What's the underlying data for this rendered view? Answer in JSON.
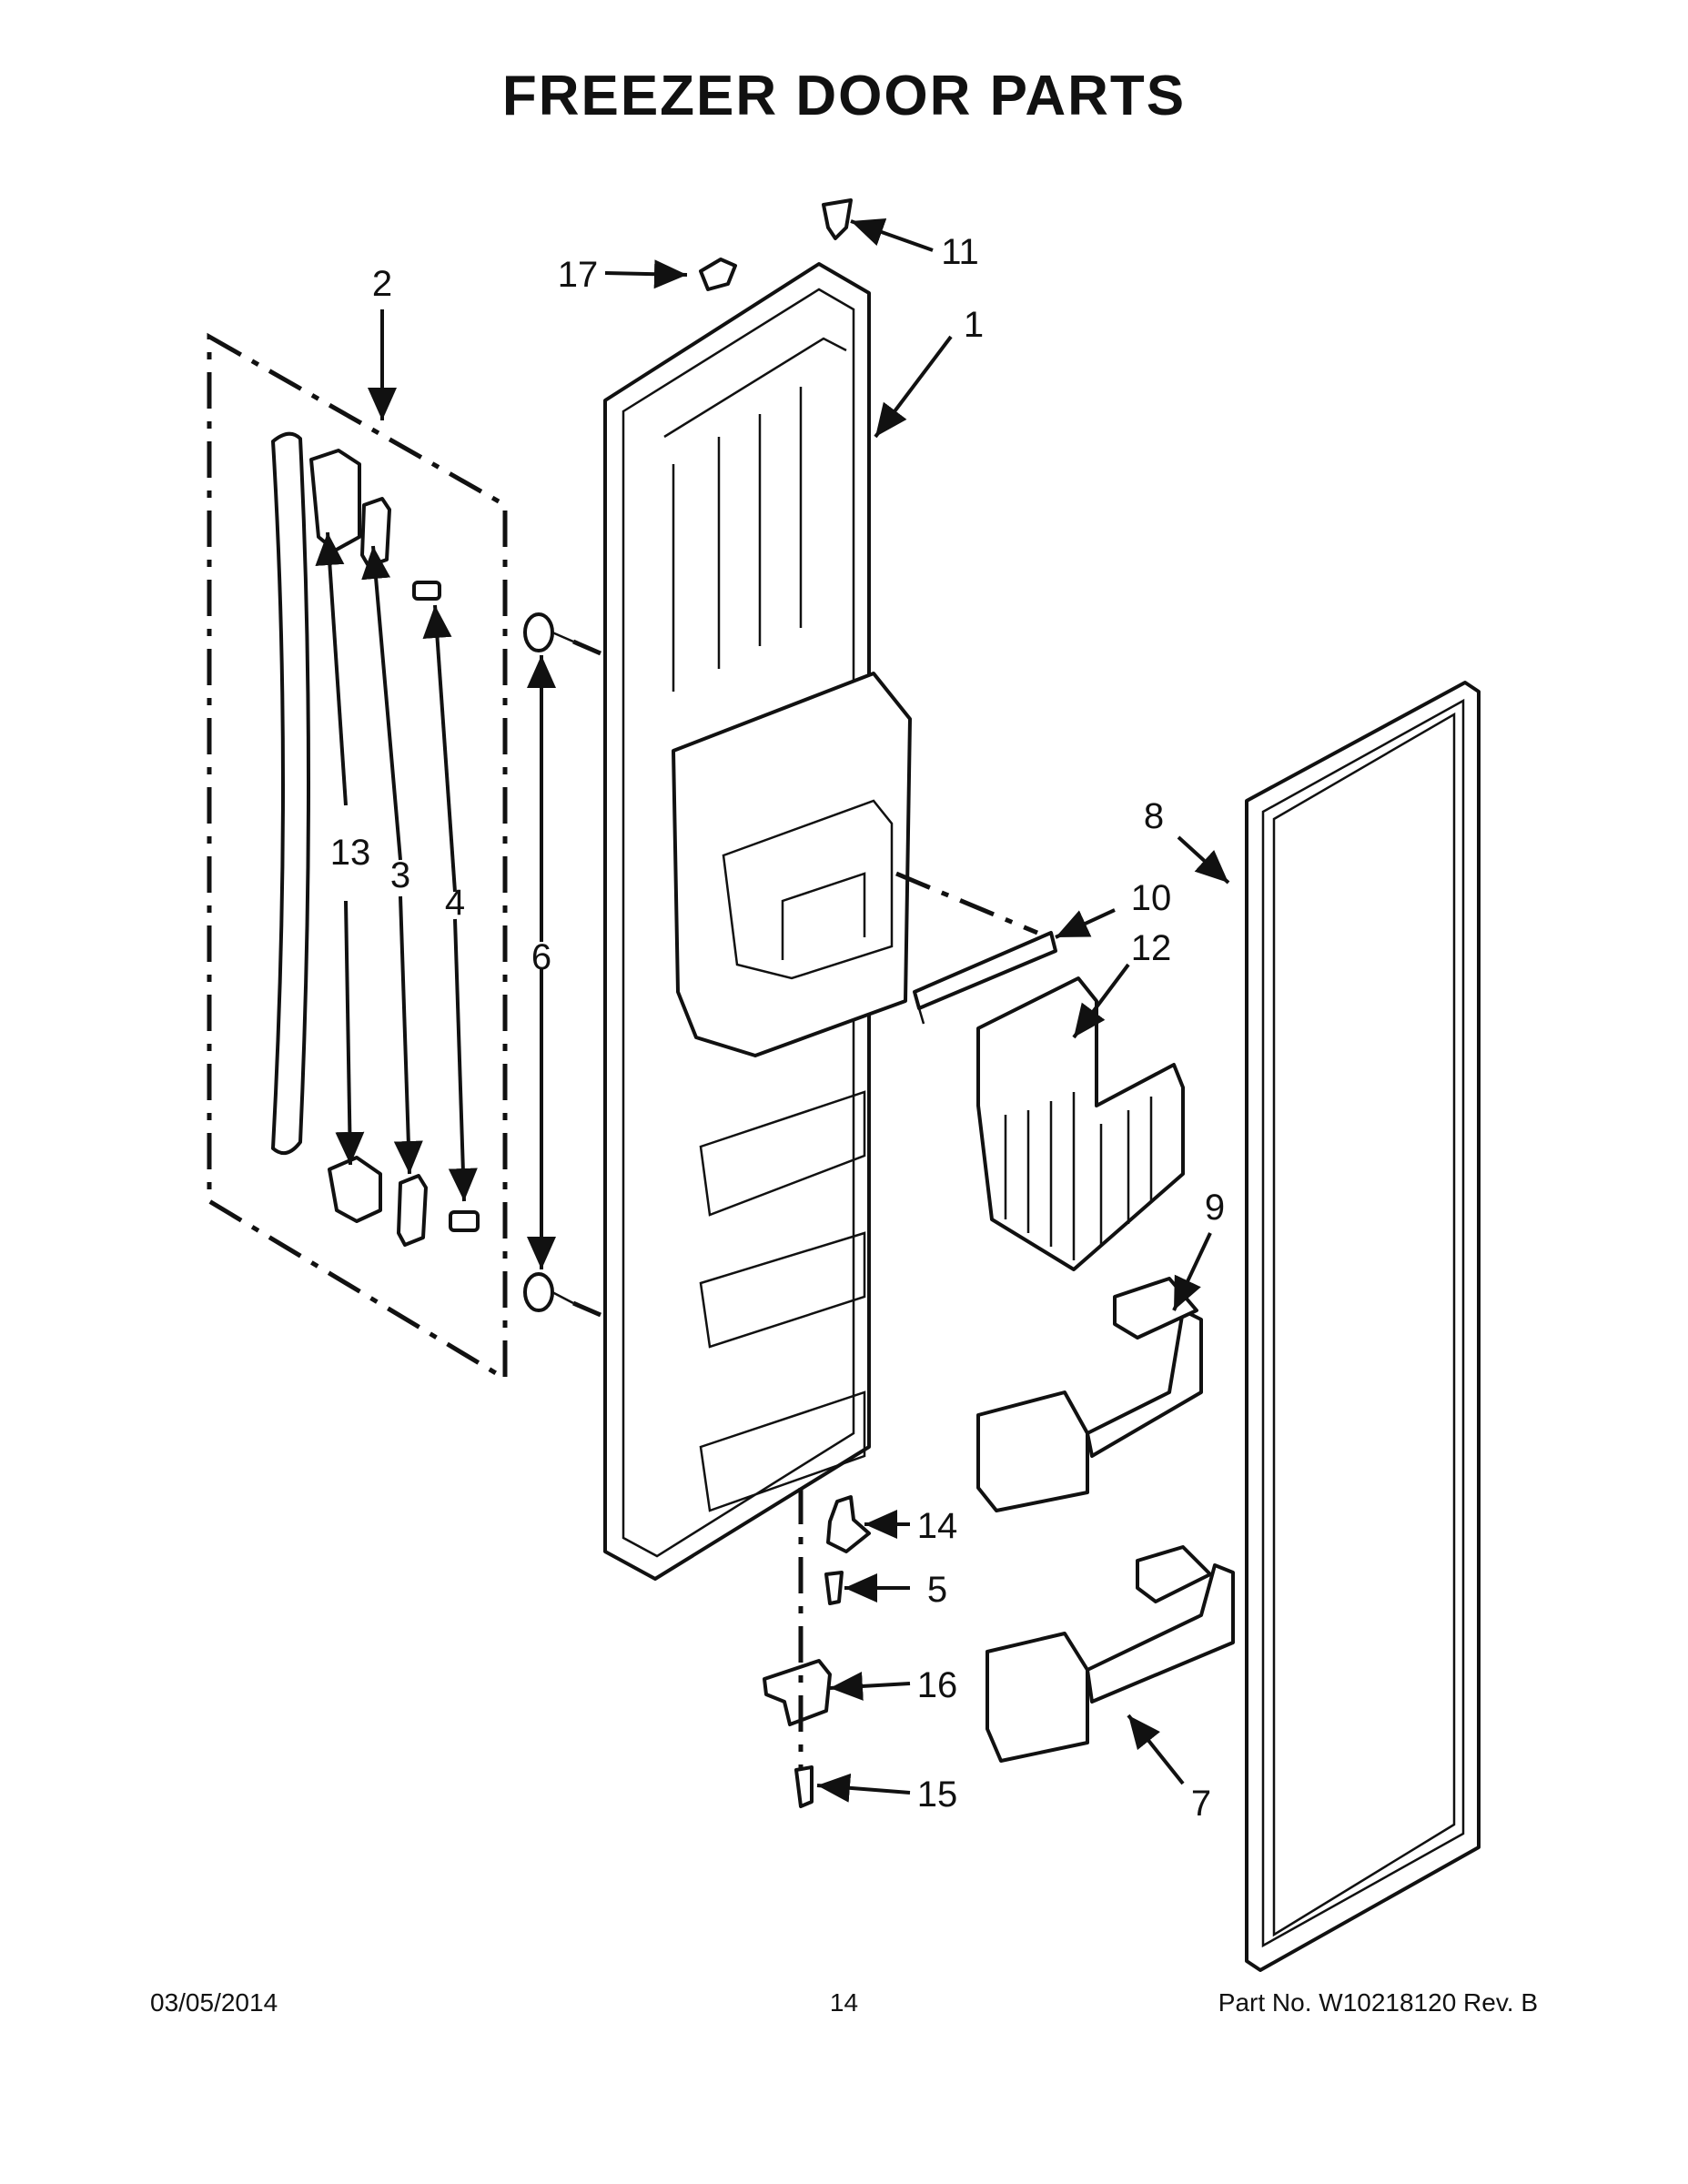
{
  "title": "FREEZER DOOR PARTS",
  "callouts": [
    {
      "id": "c1",
      "label": "1"
    },
    {
      "id": "c2",
      "label": "2"
    },
    {
      "id": "c3",
      "label": "3"
    },
    {
      "id": "c4",
      "label": "4"
    },
    {
      "id": "c5",
      "label": "5"
    },
    {
      "id": "c6",
      "label": "6"
    },
    {
      "id": "c7",
      "label": "7"
    },
    {
      "id": "c8",
      "label": "8"
    },
    {
      "id": "c9",
      "label": "9"
    },
    {
      "id": "c10",
      "label": "10"
    },
    {
      "id": "c11",
      "label": "11"
    },
    {
      "id": "c12",
      "label": "12"
    },
    {
      "id": "c13",
      "label": "13"
    },
    {
      "id": "c14",
      "label": "14"
    },
    {
      "id": "c15",
      "label": "15"
    },
    {
      "id": "c16",
      "label": "16"
    },
    {
      "id": "c17",
      "label": "17"
    }
  ],
  "footer": {
    "date": "03/05/2014",
    "page": "14",
    "part_number": "Part No.  W10218120  Rev.  B"
  }
}
